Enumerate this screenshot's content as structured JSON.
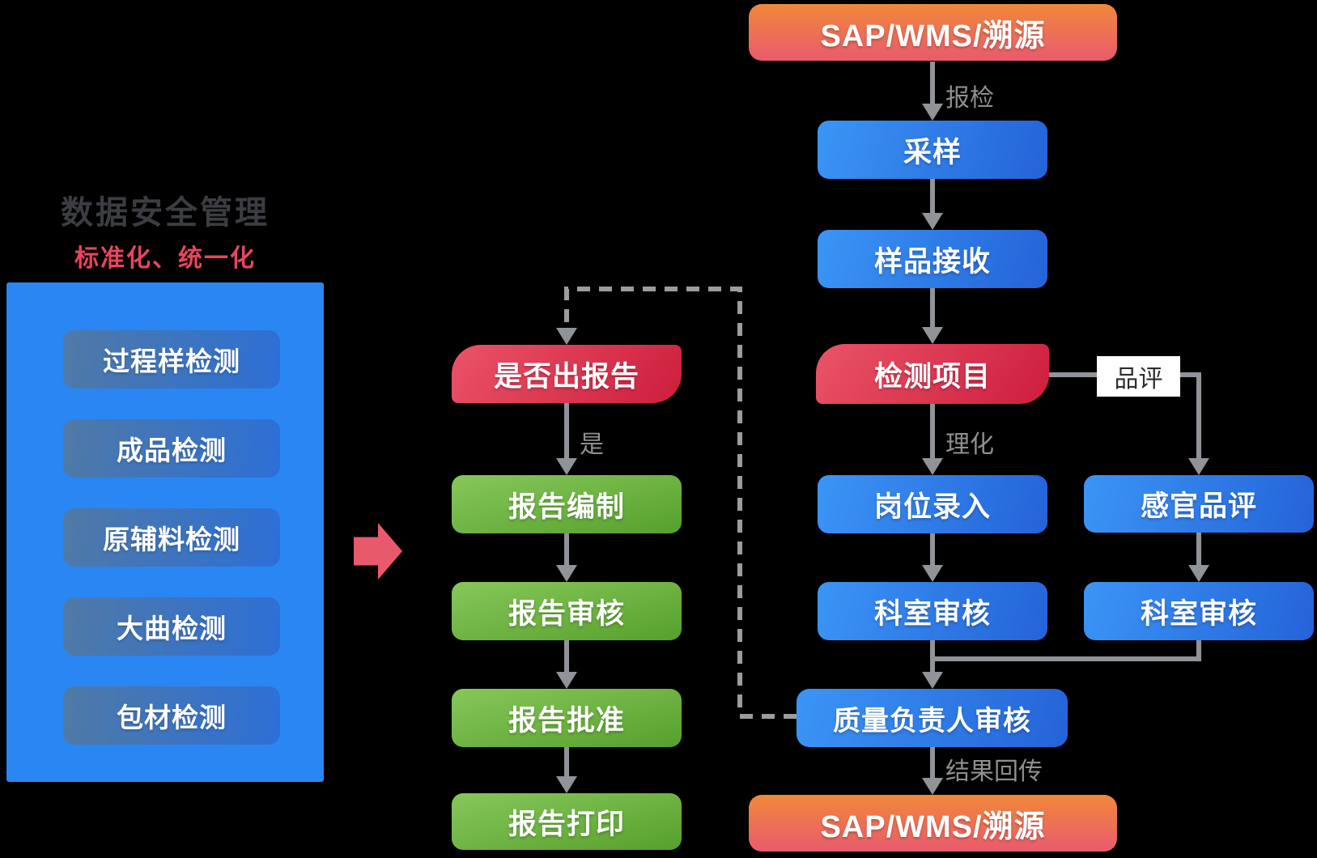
{
  "left_panel": {
    "title": "数据安全管理",
    "subtitle": "标准化、统一化",
    "items": [
      "过程样检测",
      "成品检测",
      "原辅料检测",
      "大曲检测",
      "包材检测"
    ]
  },
  "nodes": {
    "sap_top": "SAP/WMS/溯源",
    "sampling": "采样",
    "sample_receiving": "样品接收",
    "test_items": "检测项目",
    "position_entry": "岗位录入",
    "dept_review_main": "科室审核",
    "quality_review": "质量负责人审核",
    "sap_bottom": "SAP/WMS/溯源",
    "sensory_eval": "感官品评",
    "dept_review_branch": "科室审核",
    "report_decision": "是否出报告",
    "report_compile": "报告编制",
    "report_review": "报告审核",
    "report_approve": "报告批准",
    "report_print": "报告打印"
  },
  "edge_labels": {
    "report_inspection": "报检",
    "physical_chemical": "理化",
    "tasting": "品评",
    "yes": "是",
    "result_return": "结果回传"
  },
  "colors": {
    "background": "#000000",
    "panel_blue": "#2a86f3",
    "node_blue_start": "#3b95f6",
    "node_blue_end": "#2463d8",
    "node_green_start": "#87c75a",
    "node_green_end": "#56a02d",
    "node_red_start": "#eb5368",
    "node_red_end": "#cc1e3d",
    "node_orange_start": "#f0893a",
    "node_orange_end": "#ea5a6e",
    "item_blue_start": "#507aa6",
    "item_blue_end": "#2c6fd6",
    "connector_gray": "#909398",
    "dashed_gray": "#9c9c9c",
    "label_gray": "#8f8f8f",
    "subtitle_red": "#e9455e",
    "title_gray": "#3b3d42",
    "highlight_arrow_pink": "#e9596c"
  }
}
